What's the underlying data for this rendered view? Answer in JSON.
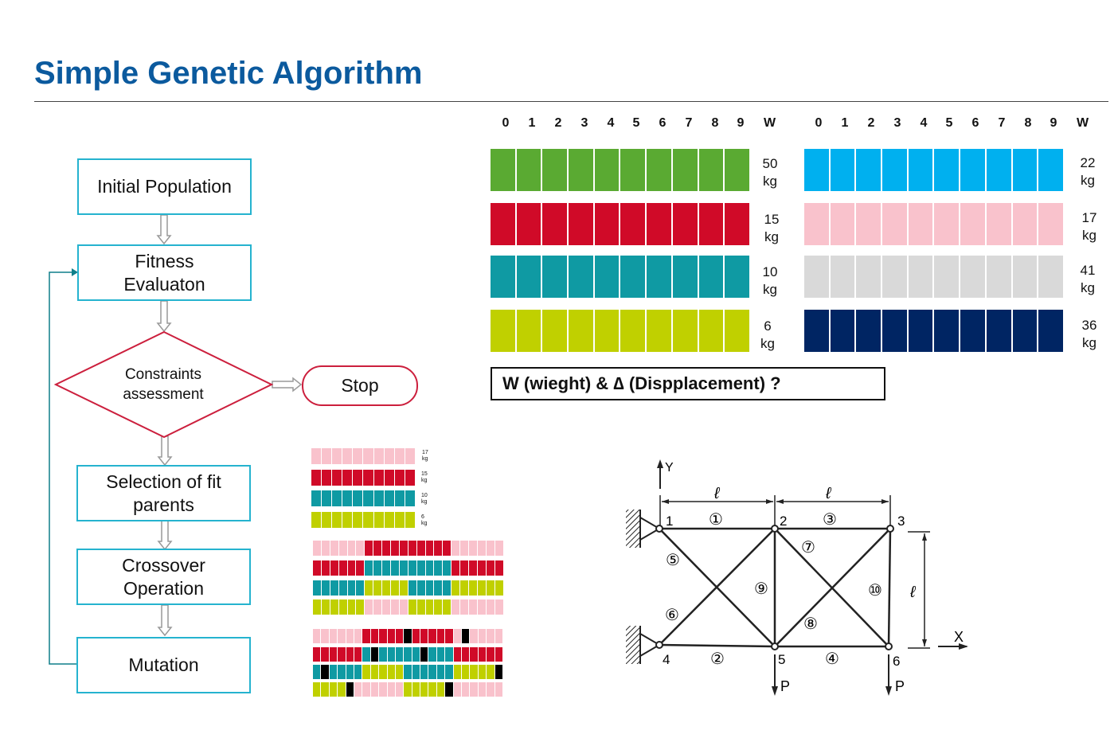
{
  "title": "Simple Genetic Algorithm",
  "flowchart": {
    "initial_population": "Initial Population",
    "fitness_line1": "Fitness",
    "fitness_line2": "Evaluaton",
    "constraints_line1": "Constraints",
    "constraints_line2": "assessment",
    "stop": "Stop",
    "selection_line1": "Selection of fit",
    "selection_line2": "parents",
    "crossover_line1": "Crossover",
    "crossover_line2": "Operation",
    "mutation": "Mutation"
  },
  "chromosome_headers": [
    "0",
    "1",
    "2",
    "3",
    "4",
    "5",
    "6",
    "7",
    "8",
    "9",
    "W"
  ],
  "population": {
    "left": [
      {
        "color": "#5aaa32",
        "weight": "50",
        "unit": "kg"
      },
      {
        "color": "#d00a28",
        "weight": "15",
        "unit": "kg"
      },
      {
        "color": "#0f9aa3",
        "weight": "10",
        "unit": "kg"
      },
      {
        "color": "#c0d000",
        "weight": "6",
        "unit": "kg"
      }
    ],
    "right": [
      {
        "color": "#00b0ef",
        "weight": "22",
        "unit": "kg"
      },
      {
        "color": "#f9c2cc",
        "weight": "17",
        "unit": "kg"
      },
      {
        "color": "#d9d9d9",
        "weight": "41",
        "unit": "kg"
      },
      {
        "color": "#002563",
        "weight": "36",
        "unit": "kg"
      }
    ]
  },
  "question": "W (wieght) & ∆ (Dispplacement) ?",
  "mini_selection": [
    {
      "color": "#f9c2cc",
      "weight": "17",
      "unit": "kg"
    },
    {
      "color": "#d00a28",
      "weight": "15",
      "unit": "kg"
    },
    {
      "color": "#0f9aa3",
      "weight": "10",
      "unit": "kg"
    },
    {
      "color": "#c0d000",
      "weight": "6",
      "unit": "kg"
    }
  ],
  "colors": {
    "pink": "#f9c2cc",
    "red": "#d00a28",
    "teal": "#0f9aa3",
    "lime": "#c0d000",
    "black": "#000000",
    "flow_border": "#25b3cf",
    "stop_border": "#cc1f3d",
    "title": "#0b5a9e"
  },
  "crossover_rows": [
    [
      "pink",
      "pink",
      "pink",
      "pink",
      "pink",
      "pink",
      "red",
      "red",
      "red",
      "red",
      "red",
      "red",
      "red",
      "red",
      "red",
      "red",
      "pink",
      "pink",
      "pink",
      "pink",
      "pink",
      "pink"
    ],
    [
      "red",
      "red",
      "red",
      "red",
      "red",
      "red",
      "teal",
      "teal",
      "teal",
      "teal",
      "teal",
      "teal",
      "teal",
      "teal",
      "teal",
      "teal",
      "red",
      "red",
      "red",
      "red",
      "red",
      "red"
    ],
    [
      "teal",
      "teal",
      "teal",
      "teal",
      "teal",
      "teal",
      "lime",
      "lime",
      "lime",
      "lime",
      "lime",
      "teal",
      "teal",
      "teal",
      "teal",
      "teal",
      "lime",
      "lime",
      "lime",
      "lime",
      "lime",
      "lime"
    ],
    [
      "lime",
      "lime",
      "lime",
      "lime",
      "lime",
      "lime",
      "pink",
      "pink",
      "pink",
      "pink",
      "pink",
      "lime",
      "lime",
      "lime",
      "lime",
      "lime",
      "pink",
      "pink",
      "pink",
      "pink",
      "pink",
      "pink"
    ]
  ],
  "mutation_rows": [
    [
      "pink",
      "pink",
      "pink",
      "pink",
      "pink",
      "pink",
      "red",
      "red",
      "red",
      "red",
      "red",
      "black",
      "red",
      "red",
      "red",
      "red",
      "red",
      "pink",
      "black",
      "pink",
      "pink",
      "pink",
      "pink"
    ],
    [
      "red",
      "red",
      "red",
      "red",
      "red",
      "red",
      "teal",
      "black",
      "teal",
      "teal",
      "teal",
      "teal",
      "teal",
      "black",
      "teal",
      "teal",
      "teal",
      "red",
      "red",
      "red",
      "red",
      "red",
      "red"
    ],
    [
      "teal",
      "black",
      "teal",
      "teal",
      "teal",
      "teal",
      "lime",
      "lime",
      "lime",
      "lime",
      "lime",
      "teal",
      "teal",
      "teal",
      "teal",
      "teal",
      "teal",
      "lime",
      "lime",
      "lime",
      "lime",
      "lime",
      "black"
    ],
    [
      "lime",
      "lime",
      "lime",
      "lime",
      "black",
      "pink",
      "pink",
      "pink",
      "pink",
      "pink",
      "pink",
      "lime",
      "lime",
      "lime",
      "lime",
      "lime",
      "black",
      "pink",
      "pink",
      "pink",
      "pink",
      "pink",
      "pink"
    ]
  ],
  "truss": {
    "axis_y": "Y",
    "axis_x": "X",
    "span_label": "ℓ",
    "height_label": "ℓ",
    "nodes": [
      "1",
      "2",
      "3",
      "4",
      "5",
      "6"
    ],
    "members": [
      "①",
      "②",
      "③",
      "④",
      "⑤",
      "⑥",
      "⑦",
      "⑧",
      "⑨",
      "⑩"
    ],
    "load": "P"
  }
}
